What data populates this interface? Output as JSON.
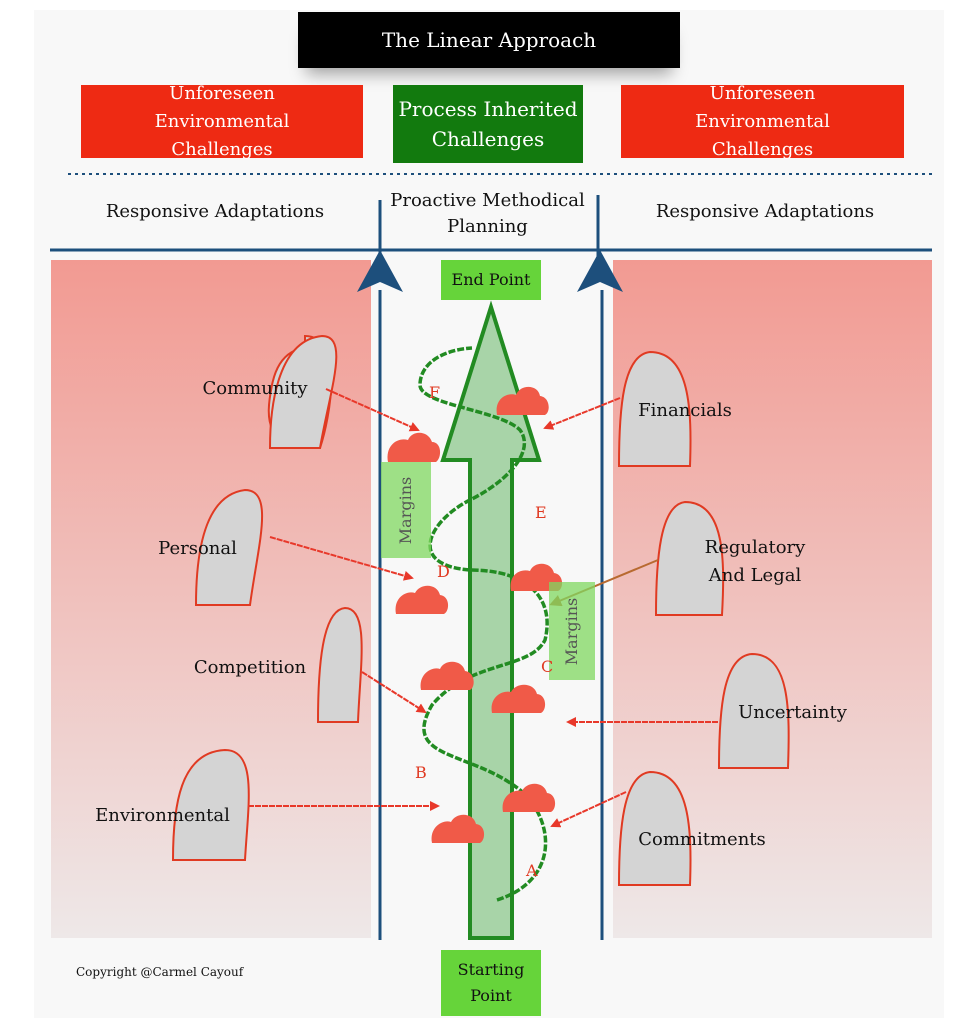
{
  "title": "The Linear Approach",
  "top_boxes": {
    "left": "Unforeseen Environmental Challenges",
    "center": "Process Inherited Challenges",
    "right": "Unforeseen Environmental Challenges"
  },
  "headers": {
    "left": "Responsive Adaptations",
    "center": "Proactive Methodical Planning",
    "right": "Responsive Adaptations"
  },
  "end_point": "End Point",
  "starting_point": "Starting Point",
  "margins_label": "Margins",
  "left_factors": [
    "Community",
    "Personal",
    "Competition",
    "Environmental"
  ],
  "right_factors": [
    "Financials",
    "Regulatory And Legal",
    "Uncertainty",
    "Commitments"
  ],
  "path_letters": [
    "A",
    "B",
    "C",
    "D",
    "E",
    "F"
  ],
  "copyright": "Copyright @Carmel Cayouf",
  "colors": {
    "title_bg": "#000000",
    "challenge_red": "#ee2a13",
    "challenge_green": "#127a0e",
    "lane_blue": "#1d4f7c",
    "arrow_green": "#a8d4a8",
    "path_green": "#228b22",
    "cloud_red": "#f05a48",
    "cloud_gray": "#d4d4d4",
    "label_lime": "#66d43a"
  }
}
